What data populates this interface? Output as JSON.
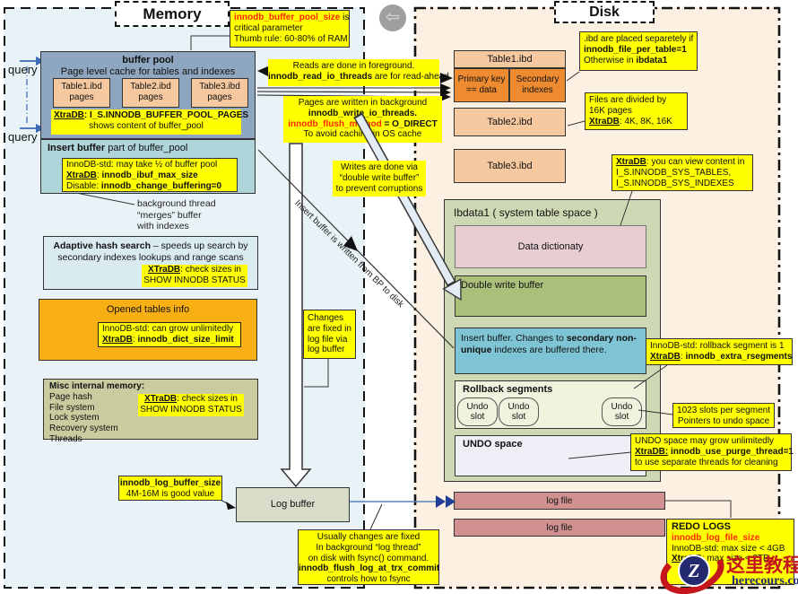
{
  "ui": {
    "back_icon_glyph": "⇦"
  },
  "logo": {
    "zh": "这里教程网",
    "domain": "herecours.com",
    "letter": "Z"
  },
  "colors": {
    "yellow": "#ffff00",
    "param_red": "#ff2600",
    "memory_bg": "#e9f3f7",
    "disk_bg": "#fcf0e2",
    "buffer_pool": "#8ea6c0",
    "peach": "#f5c8a0",
    "cell_orange": "#ee8a2f",
    "opened_orange": "#f7af14",
    "ibdata_bg": "#cfd8b4",
    "double_write_green": "#aabf7a",
    "insert_cyan": "#7fc4d4",
    "log_file_rose": "#d09090",
    "arrow_blue": "#1f3f96"
  },
  "memory": {
    "label": "Memory",
    "query_top": "query",
    "query_bottom": "query",
    "pool_size_note": {
      "param": "innodb_buffer_pool_size",
      "suffix": " is",
      "line2": "critical parameter",
      "line3": "Thumb rule: 60-80% of RAM"
    },
    "reads_note": {
      "line1": "Reads are done in foreground.",
      "param": "innodb_read_io_threads",
      "suffix": " are for read-ahead"
    },
    "writes_note": {
      "line1": "Pages are written in background",
      "line2": "innodb_write_io_threads.",
      "param": "innodb_flush_method",
      "suffix": " = O_DIRECT",
      "line4": "To avoid caching in OS cache"
    },
    "dw_note": {
      "line1": "Writes are done via",
      "line2": "“double write buffer”",
      "line3": "to prevent corruptions"
    },
    "buffer_pool": {
      "title": "buffer pool",
      "subtitle": "Page level cache for tables and indexes",
      "tables": [
        {
          "name": "Table1.ibd",
          "sub": "pages"
        },
        {
          "name": "Table2.ibd",
          "sub": "pages"
        },
        {
          "name": "Table3.ibd",
          "sub": "pages"
        }
      ],
      "note": {
        "xtradb": "XtraDB",
        "rest": ": I_S.INNODB_BUFFER_POOL_PAGES",
        "line2": "shows content of buffer_pool"
      }
    },
    "insert_buffer": {
      "title": "Insert buffer",
      "title_rest": " part of buffer_pool",
      "note": {
        "line1": "InnoDB-std: may take ½ of buffer pool",
        "xtradb": "XtraDB",
        "colon": ": ",
        "param": "innodb_ibuf_max_size",
        "disable": "Disable: ",
        "param2": "innodb_change_buffering=0"
      }
    },
    "merge_note": {
      "line1": "background thread",
      "line2": "“merges” buffer",
      "line3": "with indexes"
    },
    "adaptive": {
      "bold": "Adaptive hash search",
      "rest": " – speeds up search by",
      "line2": "secondary indexes lookups and range scans",
      "xtradb": "XTraDB",
      "xrest": ": check sizes in",
      "yline2": "SHOW INNODB STATUS"
    },
    "opened_tables": {
      "title": "Opened tables info",
      "note_line1": "InnoDB-std: can grow unlimitedly",
      "xtradb": "XtraDB",
      "colon": ": ",
      "param": "innodb_dict_size_limit"
    },
    "misc_memory": {
      "title": "Misc internal memory:",
      "items": [
        "Page hash",
        "File system",
        "Lock system",
        "Recovery system",
        "Threads"
      ],
      "xtradb": "XTraDB",
      "xrest": ": check sizes in",
      "yline2": "SHOW INNODB STATUS"
    },
    "changes_note": {
      "line1": "Changes",
      "line2": "are fixed in",
      "line3": "log file via",
      "line4": "log buffer"
    },
    "insert_diag_label": "Insert buffer is written from BP to disk",
    "log_buffer_note": {
      "line1": "innodb_log_buffer_size",
      "line2": "4M-16M is good value"
    },
    "log_buffer_label": "Log buffer",
    "fsync_note": {
      "line1": "Usually changes are fixed",
      "line2": "In background “log thread”",
      "line3": "on disk with fsync() command.",
      "line4": "innodb_flush_log_at_trx_commit",
      "line5": "controls how to fsync"
    }
  },
  "disk": {
    "label": "Disk",
    "table1": {
      "header": "Table1.ibd",
      "cell1_line1": "Primary key",
      "cell1_line2": "== data",
      "cell2_line1": "Secondary",
      "cell2_line2": "indexes"
    },
    "table2": "Table2.ibd",
    "table3": "Table3.ibd",
    "ibd_note": {
      "line1": ".ibd are placed separetely if",
      "param": "innodb_file_per_table=1",
      "line3": "Otherwise in ",
      "bold": "ibdata1"
    },
    "files_note": {
      "line1": "Files are divided by",
      "line2": "16K pages",
      "xtradb": "XtraDB",
      "rest": ": 4K, 8K, 16K"
    },
    "sys_note": {
      "xtradb": "XtraDB",
      "rest": ": you can view content in",
      "line2": "I_S.INNODB_SYS_TABLES,",
      "line3": "I_S.INNODB_SYS_INDEXES"
    },
    "ibdata1": {
      "title": "Ibdata1 ( system table space )",
      "data_dictionary": "Data dictionaty",
      "double_write": "Double write buffer",
      "insert_buffer": {
        "pre": "Insert buffer. Changes to ",
        "bold": "secondary non-",
        "bold2": "unique",
        "post": " indexes are buffered there."
      },
      "rollback": "Rollback segments",
      "undo_slot_line1": "Undo",
      "undo_slot_line2": "slot",
      "undo_space": "UNDO space"
    },
    "rseg_note": {
      "line1": "InnoDB-std: rollback segment is 1",
      "xtradb": "XtraDB",
      "colon": ": ",
      "param": "innodb_extra_rsegments"
    },
    "slots_note": {
      "line1": "1023 slots per segment",
      "line2": "Pointers to undo space"
    },
    "undo_note": {
      "line1": "UNDO space may grow unlimitedly",
      "xtradb": "XtraDB:",
      "param": " innodb_use_purge_thread=1",
      "line3": "to use separate threads for cleaning"
    },
    "log_file1": "log file",
    "log_file2": "log file",
    "redo_note": {
      "title": "REDO LOGS",
      "param": "innodb_log_file_size",
      "line3": "InnoDB-std: max size < 4GB",
      "xtradb": "XtraDB",
      "line4": ": max size < 2TB"
    }
  }
}
